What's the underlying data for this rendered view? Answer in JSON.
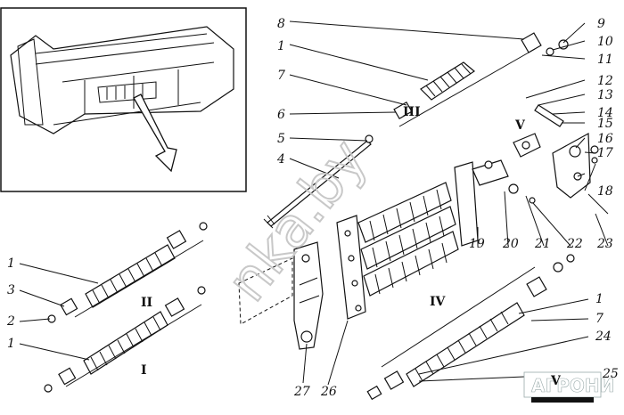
{
  "labels": {
    "l1a": "1",
    "l1b": "1",
    "l1c": "1",
    "l1d": "1",
    "l2": "2",
    "l3": "3",
    "l4": "4",
    "l5": "5",
    "l6": "6",
    "l7a": "7",
    "l7b": "7",
    "l8": "8",
    "l9": "9",
    "l10": "10",
    "l11": "11",
    "l12": "12",
    "l13": "13",
    "l14": "14",
    "l15": "15",
    "l16": "16",
    "l17": "17",
    "l18": "18",
    "l19": "19",
    "l20": "20",
    "l21": "21",
    "l22": "22",
    "l23": "23",
    "l24": "24",
    "l25": "25",
    "l26": "26",
    "l27": "27"
  },
  "groups": {
    "g1": "I",
    "g2": "II",
    "g3": "III",
    "g4": "IV",
    "g5a": "V",
    "g5b": "V"
  },
  "watermark": "nka.by",
  "logo": "АГРОНИ",
  "colors": {
    "ink": "#111111",
    "watermark": "#c8c8c8"
  }
}
